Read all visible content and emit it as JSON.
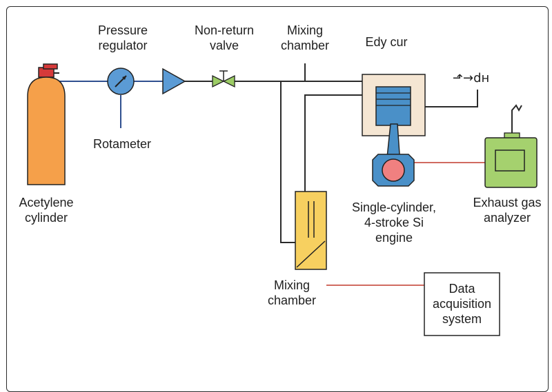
{
  "labels": {
    "pressure_regulator": [
      "Pressure",
      "regulator"
    ],
    "non_return_valve": [
      "Non-return",
      "valve"
    ],
    "mixing_chamber_top": [
      "Mixing",
      "chamber"
    ],
    "edy_cur": "Edy cur",
    "dyno_symbol": "⬏→dн",
    "rotameter": "Rotameter",
    "acetylene_cylinder": [
      "Acetylene",
      "cylinder"
    ],
    "engine": [
      "Single-cylinder,",
      "4-stroke Si",
      "engine"
    ],
    "exhaust_gas_analyzer": [
      "Exhaust gas",
      "analyzer"
    ],
    "mixing_chamber_bottom": [
      "Mixing",
      "chamber"
    ],
    "data_acquisition": [
      "Data",
      "acquisition",
      "system"
    ]
  },
  "colors": {
    "gas_line": "#2f4f8f",
    "signal_line": "#c0392b",
    "cylinder": "#f5a04a",
    "valve_red": "#d63a3a",
    "regulator_blue": "#5b9bd5",
    "valve_green": "#9ccc65",
    "engine_box": "#f5e6d3",
    "engine_blue": "#4a90c8",
    "engine_pink": "#f08080",
    "analyzer_green": "#a5d16e",
    "mixer_yellow": "#f7d060"
  }
}
